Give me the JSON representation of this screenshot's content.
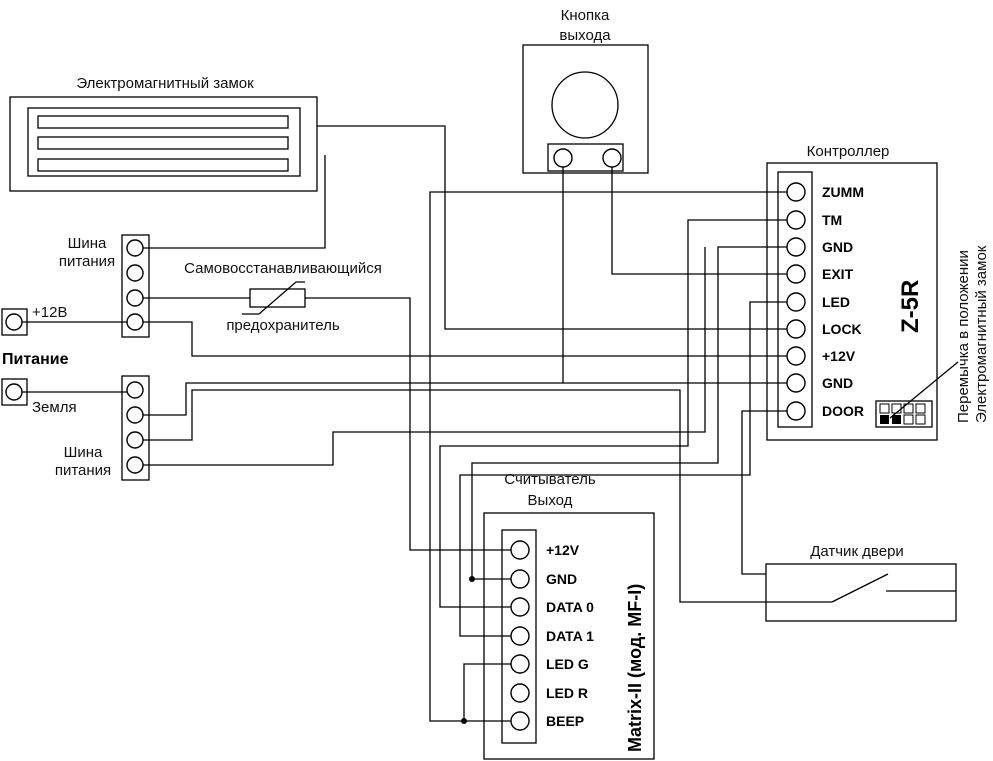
{
  "labels": {
    "exit_button": [
      "Кнопка",
      "выхода"
    ],
    "lock": "Электромагнитный замок",
    "controller": "Контроллер",
    "bus_power_top": [
      "Шина",
      "питания"
    ],
    "bus_power_bottom": [
      "Шина",
      "питания"
    ],
    "fuse": [
      "Самовосстанавливающийся",
      "предохранитель"
    ],
    "plus12": "+12В",
    "power": "Питание",
    "ground": "Земля",
    "reader": [
      "Считыватель",
      "Выход"
    ],
    "door_sensor": "Датчик двери",
    "jumper_note": [
      "Перемычка в положении",
      "Электромагнитный замок"
    ]
  },
  "controller": {
    "model": "Z-5R",
    "terminals": [
      "ZUMM",
      "TM",
      "GND",
      "EXIT",
      "LED",
      "LOCK",
      "+12V",
      "GND",
      "DOOR"
    ]
  },
  "reader": {
    "model": "Matrix-II (мод. MF-I)",
    "terminals": [
      "+12V",
      "GND",
      "DATA 0",
      "DATA 1",
      "LED G",
      "LED R",
      "BEEP"
    ]
  }
}
